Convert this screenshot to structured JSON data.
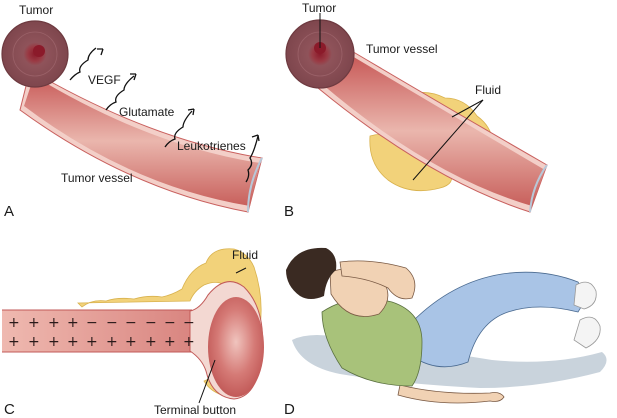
{
  "figure": {
    "panels": [
      {
        "id": "A",
        "label": "A",
        "labels": {
          "tumor": "Tumor",
          "vessel": "Tumor vessel",
          "mediators": [
            "VEGF",
            "Glutamate",
            "Leukotrienes"
          ]
        }
      },
      {
        "id": "B",
        "label": "B",
        "labels": {
          "tumor": "Tumor",
          "vessel": "Tumor vessel",
          "fluid": "Fluid"
        }
      },
      {
        "id": "C",
        "label": "C",
        "labels": {
          "fluid": "Fluid",
          "terminal_button": "Terminal button"
        },
        "charges": {
          "top_row": [
            "+",
            "+",
            "+",
            "+",
            "−",
            "−",
            "−",
            "−",
            "−",
            "−"
          ],
          "bottom_row": [
            "+",
            "+",
            "+",
            "+",
            "+",
            "+",
            "+",
            "+",
            "+",
            "+"
          ]
        }
      },
      {
        "id": "D",
        "label": "D",
        "description": "Person lying on floor holding head"
      }
    ],
    "colors": {
      "tumor": "#8a4a52",
      "tumor_core": "#8b1a2a",
      "vessel": "#c9605e",
      "vessel_light": "#eab0a8",
      "vessel_wall": "#f0c8c0",
      "fluid": "#f2d27a",
      "shirt": "#a8c27a",
      "jeans": "#a9c4e6",
      "hair": "#3a2a22",
      "skin": "#f1d2b4",
      "shadow": "#c9d3dc"
    }
  }
}
